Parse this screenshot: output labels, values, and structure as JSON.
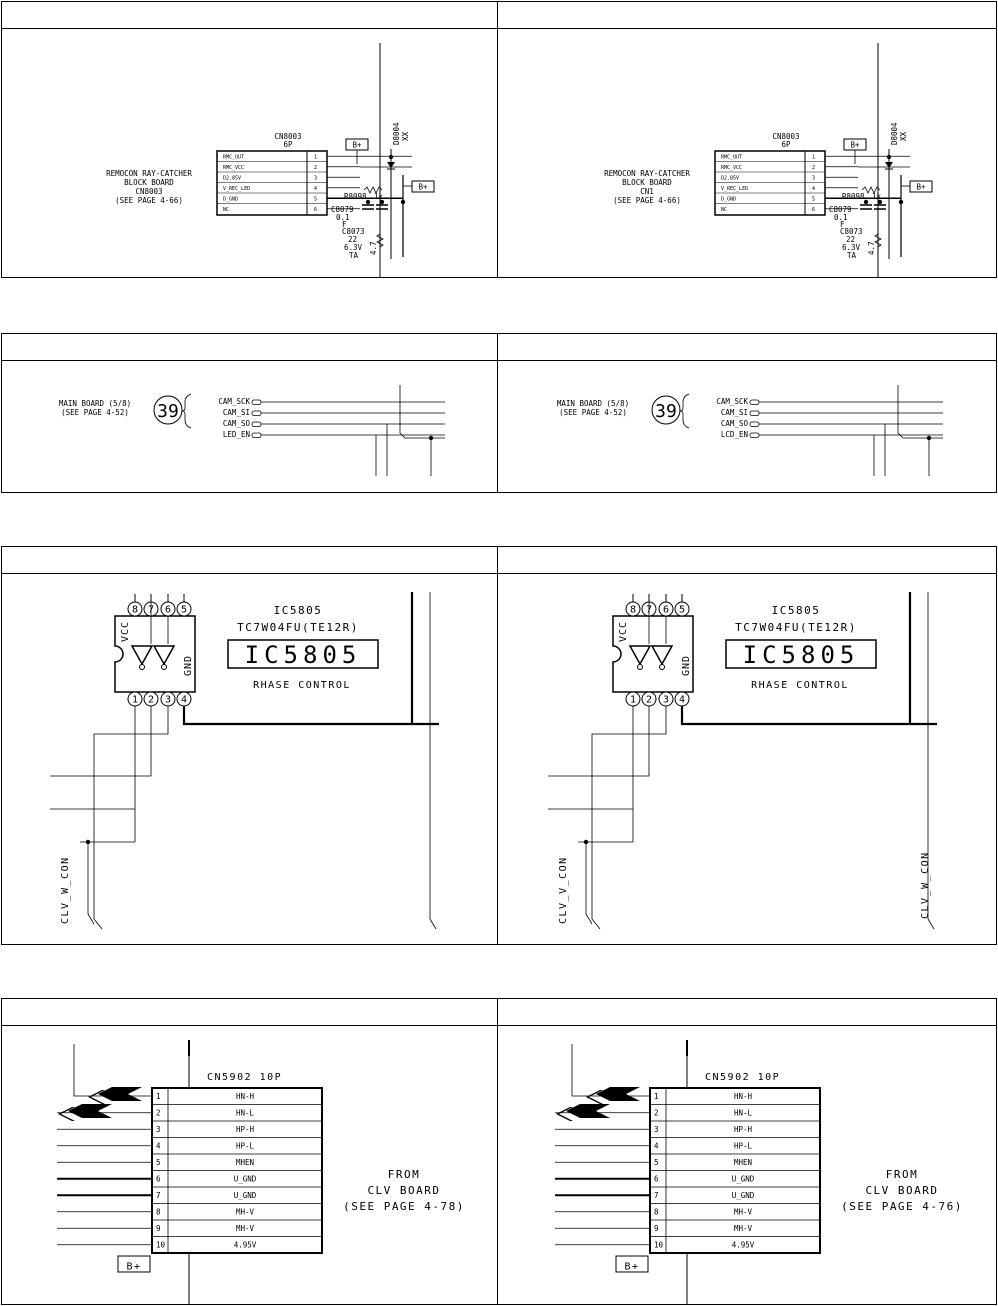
{
  "rc": {
    "cn_label": "CN8003",
    "cn_size": "6P",
    "pins": [
      {
        "no": "1",
        "name": "RMC_OUT"
      },
      {
        "no": "2",
        "name": "RMC_VCC"
      },
      {
        "no": "3",
        "name": "D2.85V"
      },
      {
        "no": "4",
        "name": "V_REC_LED"
      },
      {
        "no": "5",
        "name": "D_GND"
      },
      {
        "no": "6",
        "name": "NC"
      }
    ],
    "board_l1": "REMOCON RAY-CATCHER",
    "board_l2": "BLOCK BOARD",
    "board_l3_left": "CN8003",
    "board_l3_right": "CN1",
    "board_l4": "(SEE PAGE 4-66)",
    "bplus": "B+",
    "d_label": "D8004",
    "d_val": "XX",
    "r_label": "R8098",
    "r_val": "1k",
    "c1_label": "C8079",
    "c1_val": "0.1",
    "c1_type": "F",
    "c2_label": "C8073",
    "c2_val": "22",
    "c2_volt": "6.3V",
    "c2_type": "TA",
    "c3_label": "4.7"
  },
  "main": {
    "label_l1": "MAIN BOARD (5/8)",
    "label_l2": "(SEE PAGE 4-52)",
    "ref": "39",
    "signals_left": [
      "CAM_SCK",
      "CAM_SI",
      "CAM_SO",
      "LED_EN"
    ],
    "signals_right": [
      "CAM_SCK",
      "CAM_SI",
      "CAM_SO",
      "LCD_EN"
    ]
  },
  "ic": {
    "label": "IC5805",
    "part": "TC7W04FU(TE12R)",
    "box": "IC5805",
    "desc_left": "RHASE CONTROL",
    "desc_right": "RHASE CONTROL",
    "top_pins": [
      "8",
      "7",
      "6",
      "5"
    ],
    "bottom_pins": [
      "1",
      "2",
      "3",
      "4"
    ],
    "vcc": "VCC",
    "gnd": "GND",
    "net_left": "CLV_W_CON",
    "net_right_a": "CLV_V_CON",
    "net_right_b": "CLV_W_CON"
  },
  "clv": {
    "cn_label": "CN5902 10P",
    "pins": [
      {
        "no": "1",
        "name": "HN-H"
      },
      {
        "no": "2",
        "name": "HN-L"
      },
      {
        "no": "3",
        "name": "HP-H"
      },
      {
        "no": "4",
        "name": "HP-L"
      },
      {
        "no": "5",
        "name": "MHEN"
      },
      {
        "no": "6",
        "name": "U_GND"
      },
      {
        "no": "7",
        "name": "U_GND"
      },
      {
        "no": "8",
        "name": "MH-V"
      },
      {
        "no": "9",
        "name": "MH-V"
      },
      {
        "no": "10",
        "name": "4.95V"
      }
    ],
    "from_l1": "FROM",
    "from_l2": "CLV BOARD",
    "from_l3_left": "(SEE PAGE 4-78)",
    "from_l3_right": "(SEE PAGE 4-76)",
    "bplus": "B+"
  }
}
